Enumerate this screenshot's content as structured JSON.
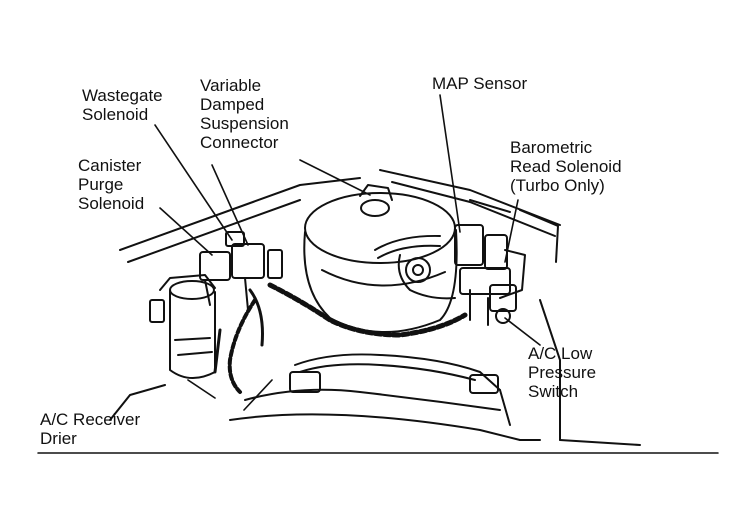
{
  "labels": {
    "wastegate_solenoid": [
      "Wastegate",
      "Solenoid"
    ],
    "variable_damped": [
      "Variable",
      "Damped",
      "Suspension",
      "Connector"
    ],
    "canister_purge": [
      "Canister",
      "Purge",
      "Solenoid"
    ],
    "map_sensor": [
      "MAP Sensor"
    ],
    "barometric": [
      "Barometric",
      "Read Solenoid",
      "(Turbo Only)"
    ],
    "ac_low_pressure": [
      "A/C Low",
      "Pressure",
      "Switch"
    ],
    "ac_receiver": [
      "A/C Receiver",
      "Drier"
    ]
  },
  "colors": {
    "ink": "#111111",
    "paper": "#ffffff"
  }
}
